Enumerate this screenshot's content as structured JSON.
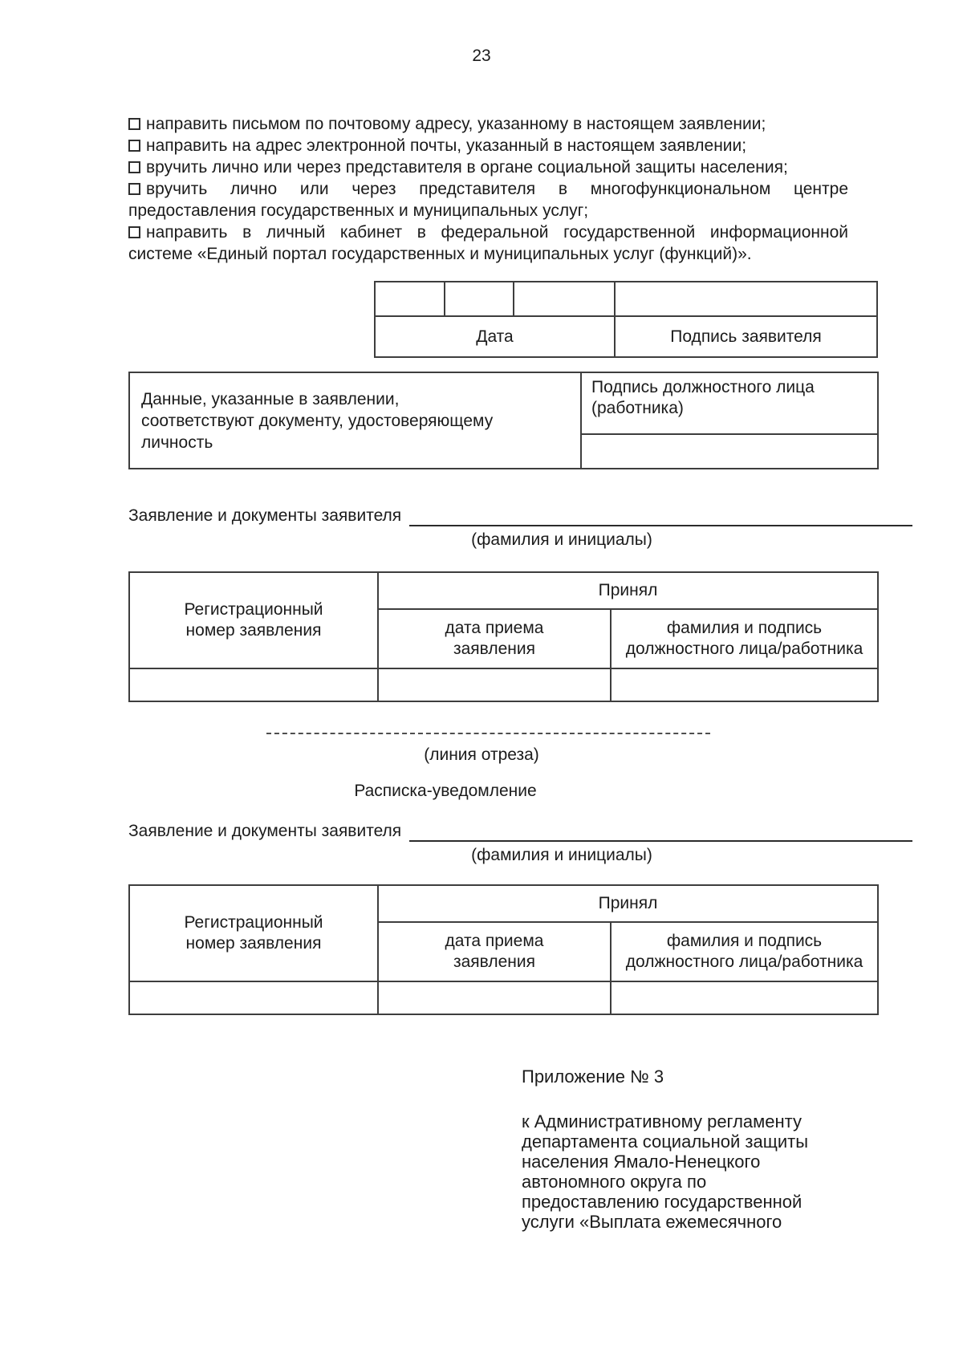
{
  "colors": {
    "text": "#1b1b1b",
    "table_border": "#3e3e3e"
  },
  "page": {
    "number": "23"
  },
  "delivery_options": {
    "items": [
      {
        "text": "направить письмом по почтовому адресу, указанному в  настоящем заявлении;"
      },
      {
        "text": "направить на адрес электронной почты, указанный в настоящем заявлении;"
      },
      {
        "text": "вручить лично или через представителя в органе социальной защиты населения;"
      },
      {
        "line1": "вручить лично или через представителя в многофункциональном центре",
        "line2": "предоставления государственных и муниципальных услуг;"
      },
      {
        "line1": "направить в личный кабинет в федеральной государственной информационной",
        "line2": "системе «Единый портал государственных и муниципальных услуг (функций)»."
      }
    ]
  },
  "date_signature_table": {
    "date_label": "Дата",
    "signature_label": "Подпись заявителя"
  },
  "verification_table": {
    "statement_lines": [
      "Данные, указанные в заявлении,",
      "соответствуют документу, удостоверяющему",
      "личность"
    ],
    "signature_label": "Подпись должностного лица (работника)"
  },
  "application_line": {
    "label": "Заявление и документы заявителя",
    "caption": "(фамилия и инициалы)"
  },
  "registration_table": {
    "reg_number_label": "Регистрационный номер заявления",
    "accepted_label": "Принял",
    "date_col_label": "дата приема заявления",
    "signature_col_label": "фамилия и подпись должностного лица/работника"
  },
  "cut_section": {
    "caption": "(линия отреза)",
    "receipt_title": "Расписка-уведомление"
  },
  "appendix": {
    "title": "Приложение № 3",
    "lines": [
      "к Административному регламенту",
      "департамента социальной защиты",
      "населения Ямало-Ненецкого",
      "автономного округа по",
      "предоставлению государственной",
      "услуги «Выплата ежемесячного"
    ]
  }
}
